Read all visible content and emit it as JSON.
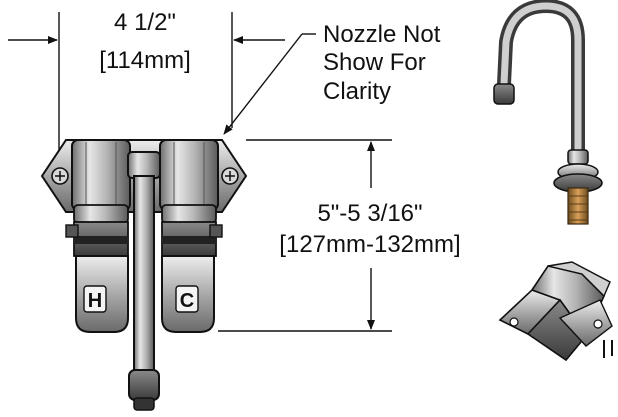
{
  "dimensions": {
    "width_imperial": "4 1/2\"",
    "width_metric": "[114mm]",
    "height_imperial": "5\"-5 3/16\"",
    "height_metric": "[127mm-132mm]"
  },
  "callout": {
    "line1": "Nozzle Not",
    "line2": "Show For",
    "line3": "Clarity"
  },
  "handle_labels": {
    "hot": "H",
    "cold": "C"
  },
  "icons": [
    "front-view-valve-assembly",
    "gooseneck-nozzle-icon",
    "pedal-valve-isometric-icon"
  ]
}
